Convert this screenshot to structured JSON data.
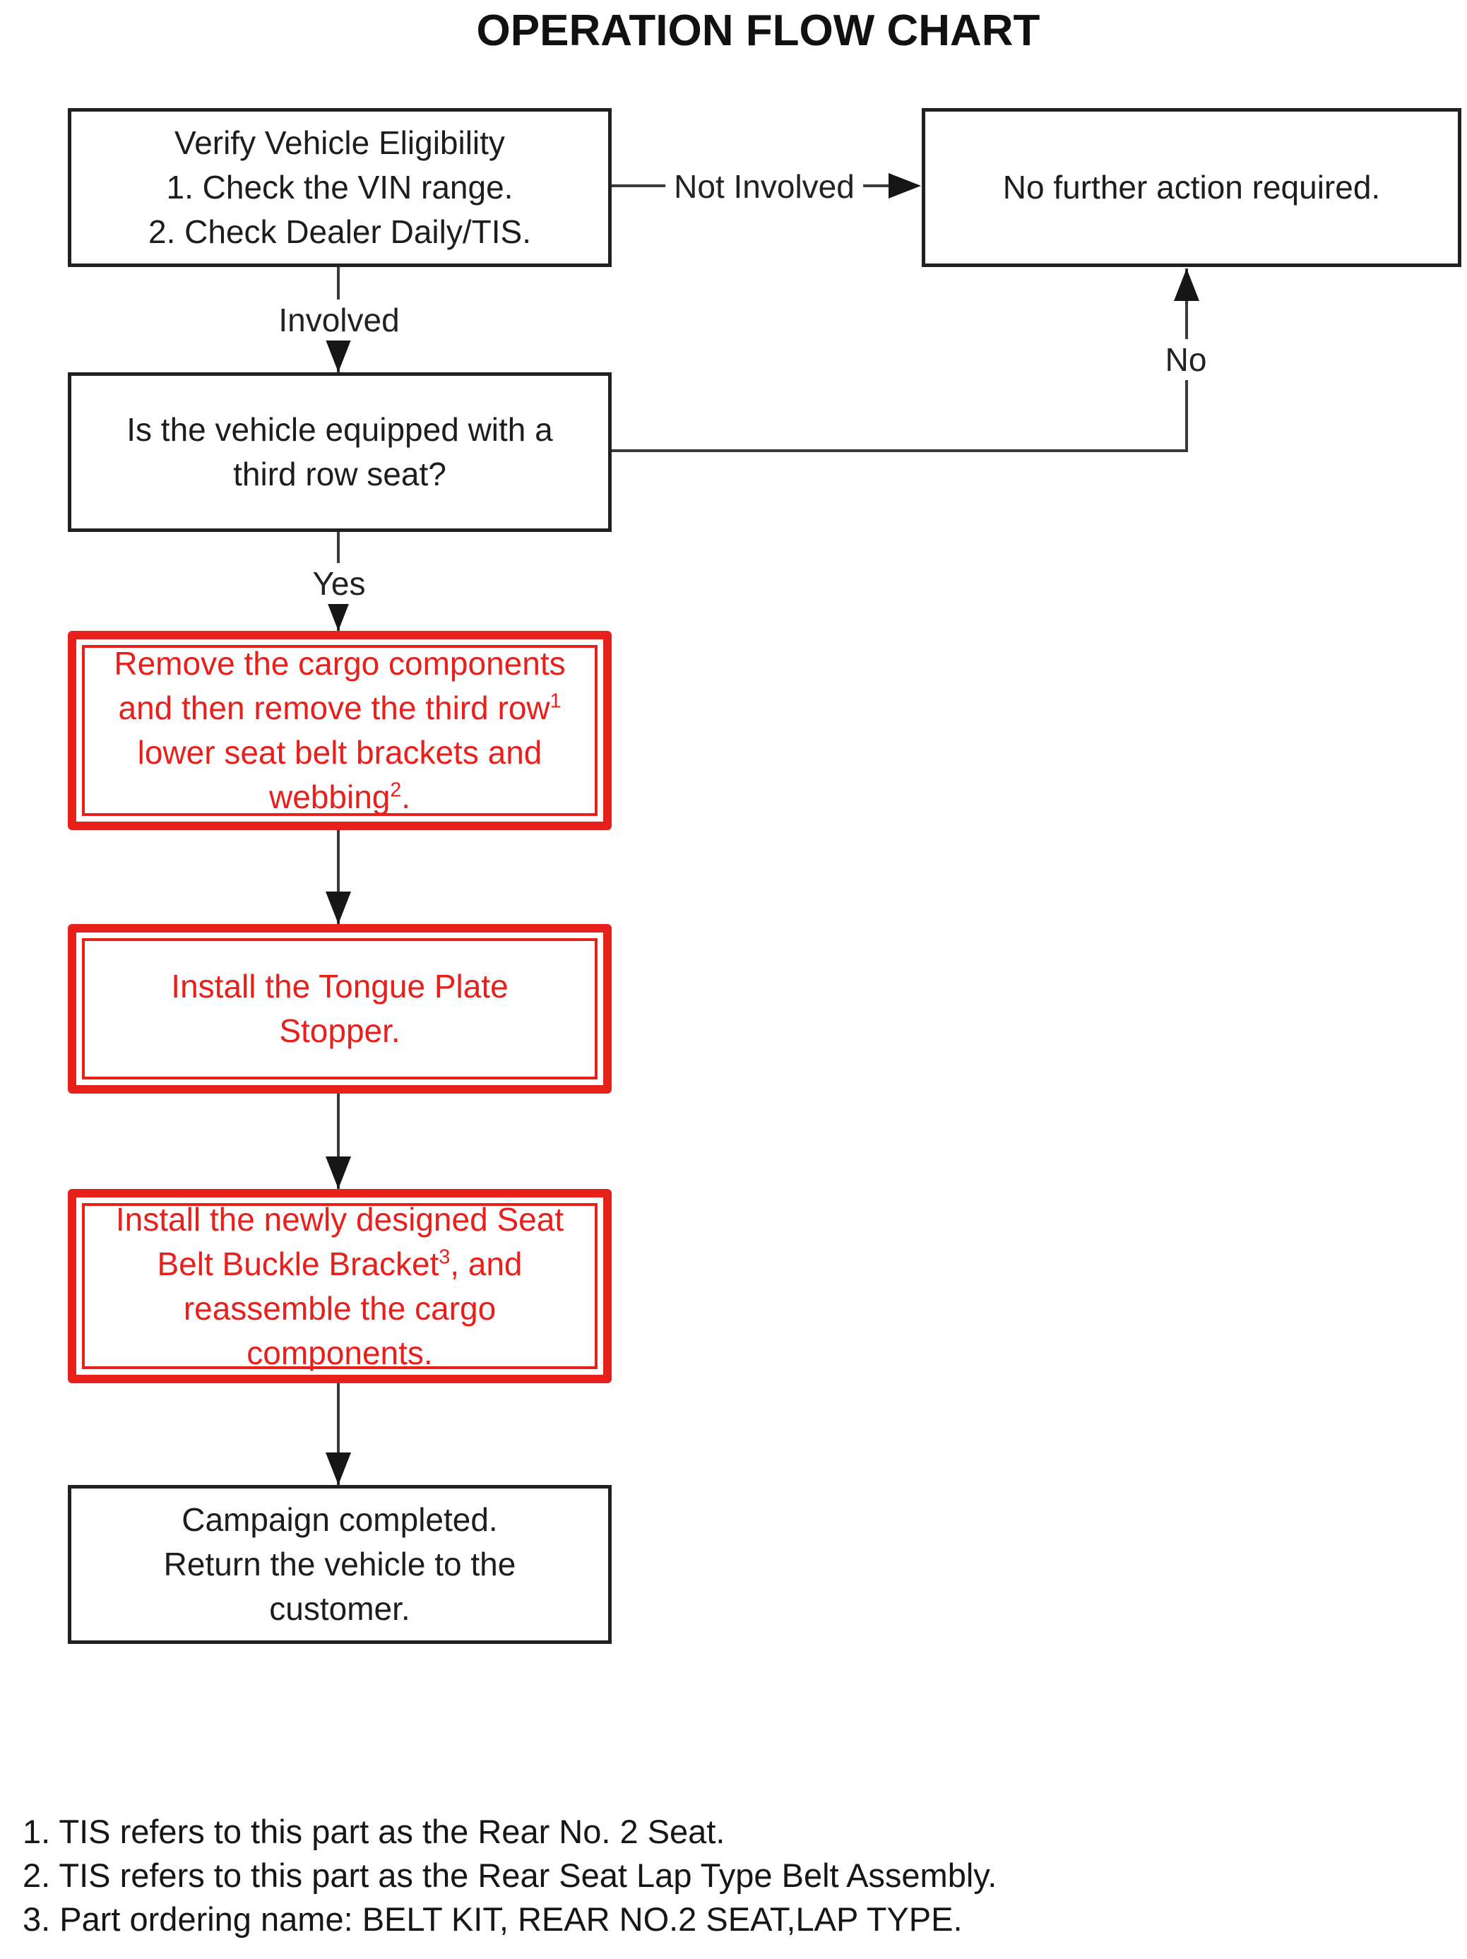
{
  "title": "OPERATION FLOW CHART",
  "colors": {
    "highlight_red": "#e8201c",
    "line_black": "#3a3a3a"
  },
  "boxes": {
    "verify": {
      "l1": "Verify Vehicle Eligibility",
      "l2": "1. Check the VIN range.",
      "l3": "2. Check Dealer Daily/TIS."
    },
    "no_action": {
      "text": "No further action required."
    },
    "third_row": {
      "l1": "Is the vehicle equipped with a",
      "l2": "third row seat?"
    },
    "remove": {
      "l1": "Remove the cargo components",
      "l2a": "and then remove the third row",
      "l2sup": "1",
      "l3": "lower seat belt brackets and",
      "l4a": "webbing",
      "l4sup": "2",
      "l4b": "."
    },
    "tongue": {
      "l1": "Install the Tongue Plate",
      "l2": "Stopper."
    },
    "bracket": {
      "l1": "Install the newly designed Seat",
      "l2a": "Belt Buckle Bracket",
      "l2sup": "3",
      "l2b": ", and",
      "l3": "reassemble the cargo",
      "l4": "components."
    },
    "campaign": {
      "l1": "Campaign completed.",
      "l2": "Return the vehicle to the",
      "l3": "customer."
    }
  },
  "labels": {
    "not_involved": "Not Involved",
    "involved": "Involved",
    "no": "No",
    "yes": "Yes"
  },
  "footnotes": [
    "1. TIS refers to this part as the Rear No. 2 Seat.",
    "2. TIS refers to this part as the Rear Seat Lap Type Belt Assembly.",
    "3. Part ordering name: BELT KIT, REAR NO.2 SEAT,LAP TYPE."
  ]
}
